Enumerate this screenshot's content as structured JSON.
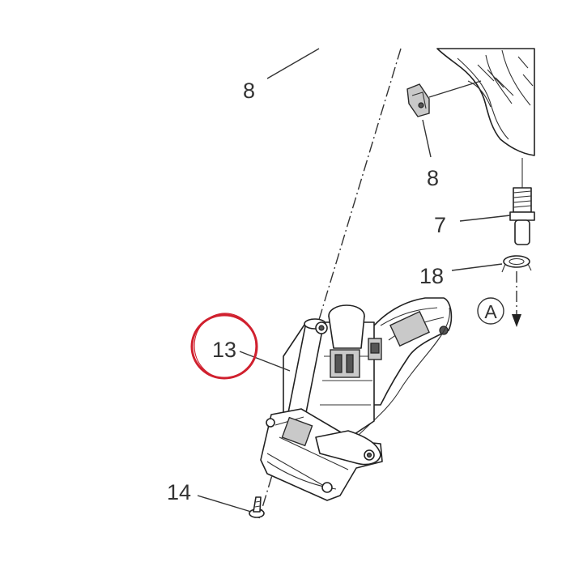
{
  "callouts": {
    "upper_left_8": "8",
    "upper_right_8": "8",
    "bolt_7": "7",
    "clip_18": "18",
    "assembly_13": "13",
    "screw_14": "14"
  },
  "view_marker": {
    "label": "A"
  },
  "highlight": {
    "target": "13",
    "color": "#d0202e"
  },
  "colors": {
    "line": "#222222",
    "fill_grey": "#c9c9c9",
    "background": "#ffffff"
  }
}
